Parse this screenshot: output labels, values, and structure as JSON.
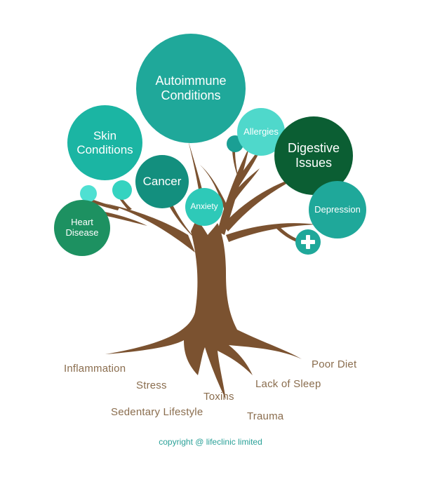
{
  "diagram": {
    "bubbles": [
      {
        "id": "autoimmune",
        "label": "Autoimmune Conditions",
        "color": "#1fa89a"
      },
      {
        "id": "skin",
        "label": "Skin Conditions",
        "color": "#1bb5a3"
      },
      {
        "id": "allergies",
        "label": "Allergies",
        "color": "#4fd8cb"
      },
      {
        "id": "digestive",
        "label": "Digestive Issues",
        "color": "#0b5e33"
      },
      {
        "id": "cancer",
        "label": "Cancer",
        "color": "#138f7e"
      },
      {
        "id": "anxiety",
        "label": "Anxiety",
        "color": "#2ec9b8"
      },
      {
        "id": "heart",
        "label": "Heart Disease",
        "color": "#1d9161"
      },
      {
        "id": "depression",
        "label": "Depression",
        "color": "#1fa89a"
      }
    ],
    "roots": [
      {
        "id": "inflammation",
        "label": "Inflammation"
      },
      {
        "id": "stress",
        "label": "Stress"
      },
      {
        "id": "toxins",
        "label": "Toxins"
      },
      {
        "id": "sedentary",
        "label": "Sedentary Lifestyle"
      },
      {
        "id": "trauma",
        "label": "Trauma"
      },
      {
        "id": "sleep",
        "label": "Lack of Sleep"
      },
      {
        "id": "diet",
        "label": "Poor Diet"
      }
    ],
    "trunk_color": "#7b5230",
    "footer": "copyright @ lifeclinic limited"
  }
}
